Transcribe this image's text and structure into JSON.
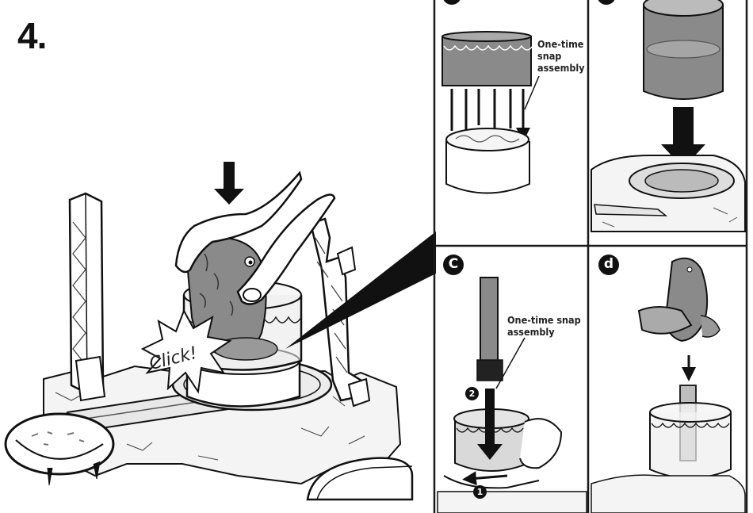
{
  "step": {
    "number": "4."
  },
  "main": {
    "sound_effect": "Click!"
  },
  "panel_a": {
    "callout": "One-time\nsnap\nassembly"
  },
  "panel_c": {
    "letter": "C",
    "callout": "One-time snap\nassembly",
    "sub_step_1": "1",
    "sub_step_2": "2"
  },
  "panel_d": {
    "letter": "d"
  },
  "colors": {
    "ink": "#111111",
    "gray_part": "#8a8a8a",
    "light_gray": "#cfcfcf",
    "panel_border": "#1a1a1a"
  }
}
